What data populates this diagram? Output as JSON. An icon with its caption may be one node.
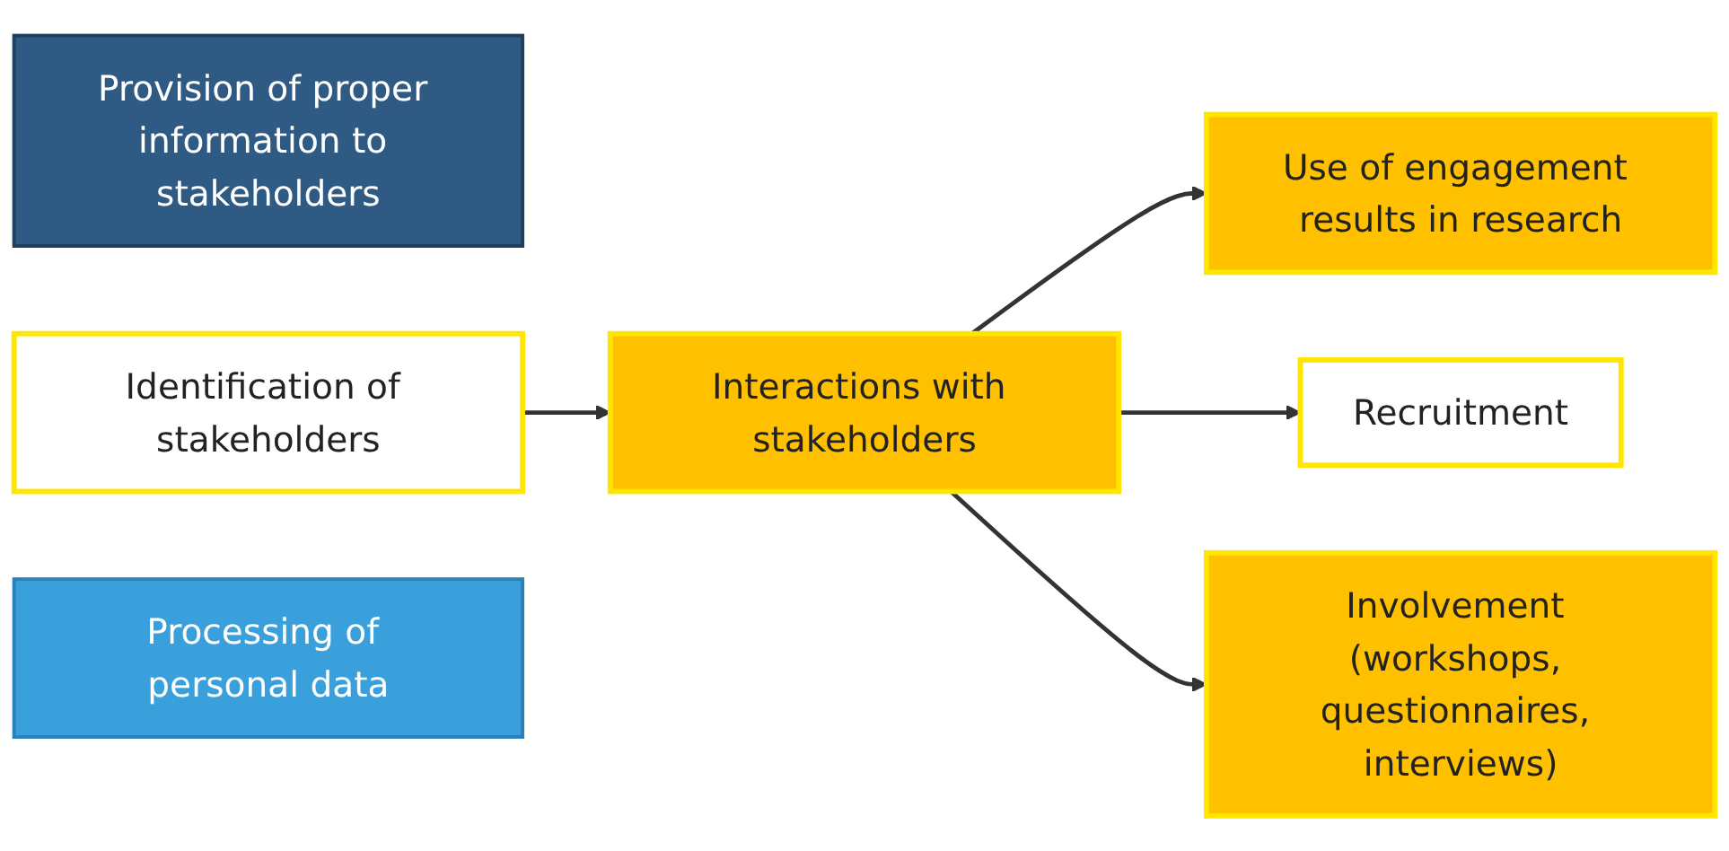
{
  "diagram": {
    "nodes": [
      {
        "text": [
          "Provision of proper information to stakeholders"
        ]
      },
      {
        "text": [
          "Identification of stakeholders"
        ]
      },
      {
        "text": [
          "Interactions with stakeholders"
        ]
      },
      {
        "text": [
          "Use of engagement results in research"
        ]
      },
      {
        "text": [
          "Recruitment"
        ]
      },
      {
        "text": [
          "Involvement (workshops, questionnaires, interviews)"
        ]
      },
      {
        "text": [
          "Processing of personal data"
        ]
      }
    ],
    "edges": [
      {
        "from": 1,
        "to": 2,
        "arrow": "to"
      },
      {
        "from": 2,
        "to": 3,
        "arrow": "to"
      },
      {
        "from": 2,
        "to": 4,
        "arrow": "to"
      },
      {
        "from": 2,
        "to": 5,
        "arrow": "to"
      }
    ]
  }
}
